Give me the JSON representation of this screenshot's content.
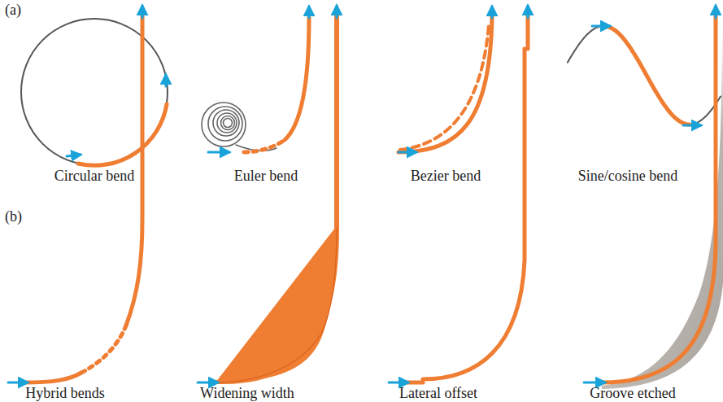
{
  "diagram": {
    "labels": [
      "(a)",
      "Circular bend",
      "Euler bend",
      "Bezier bend",
      "Sine/cosine bend",
      "(b)",
      "Hybrid bends",
      "Widening width",
      "Lateral offset",
      "Groove etched"
    ]
  }
}
